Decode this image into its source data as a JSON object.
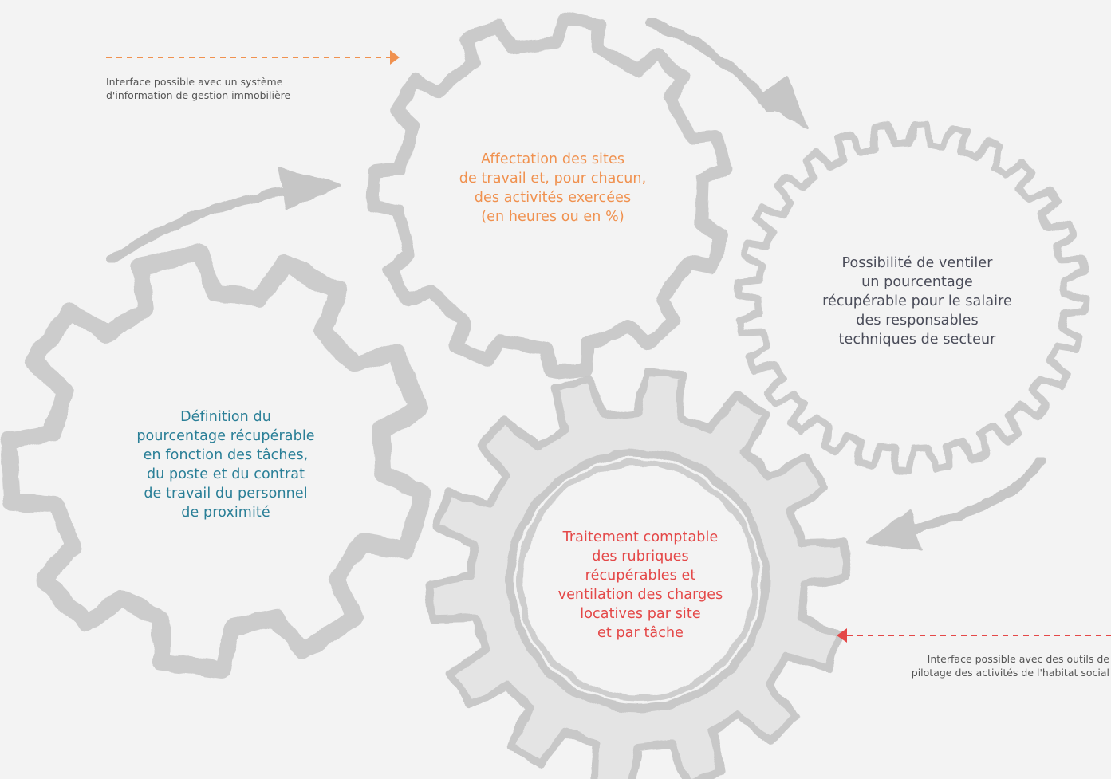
{
  "colors": {
    "background": "#f3f3f3",
    "gear": "#c6c6c6",
    "orange": "#f0914f",
    "blue": "#2a7f97",
    "dark": "#4a4c59",
    "red": "#e44848",
    "note": "#555555"
  },
  "interfaces": {
    "top": {
      "line1": "Interface possible avec un système",
      "line2": "d'information de gestion immobilière"
    },
    "bottom": {
      "line1": "Interface possible avec des outils de",
      "line2": "pilotage des activités de l'habitat social"
    }
  },
  "steps": {
    "affectation": {
      "lines": [
        "Affectation des sites",
        "de travail et, pour chacun,",
        "des activités exercées",
        "(en heures ou en %)"
      ]
    },
    "ventilation": {
      "lines": [
        "Possibilité de ventiler",
        "un pourcentage",
        "récupérable pour le salaire",
        "des responsables",
        "techniques de secteur"
      ]
    },
    "definition": {
      "lines": [
        "Définition du",
        "pourcentage récupérable",
        "en fonction des tâches,",
        "du poste et du contrat",
        "de travail du personnel",
        "de proximité"
      ]
    },
    "traitement": {
      "lines": [
        "Traitement comptable",
        "des rubriques",
        "récupérables et",
        "ventilation des charges",
        "locatives par site",
        "et par tâche"
      ]
    }
  }
}
